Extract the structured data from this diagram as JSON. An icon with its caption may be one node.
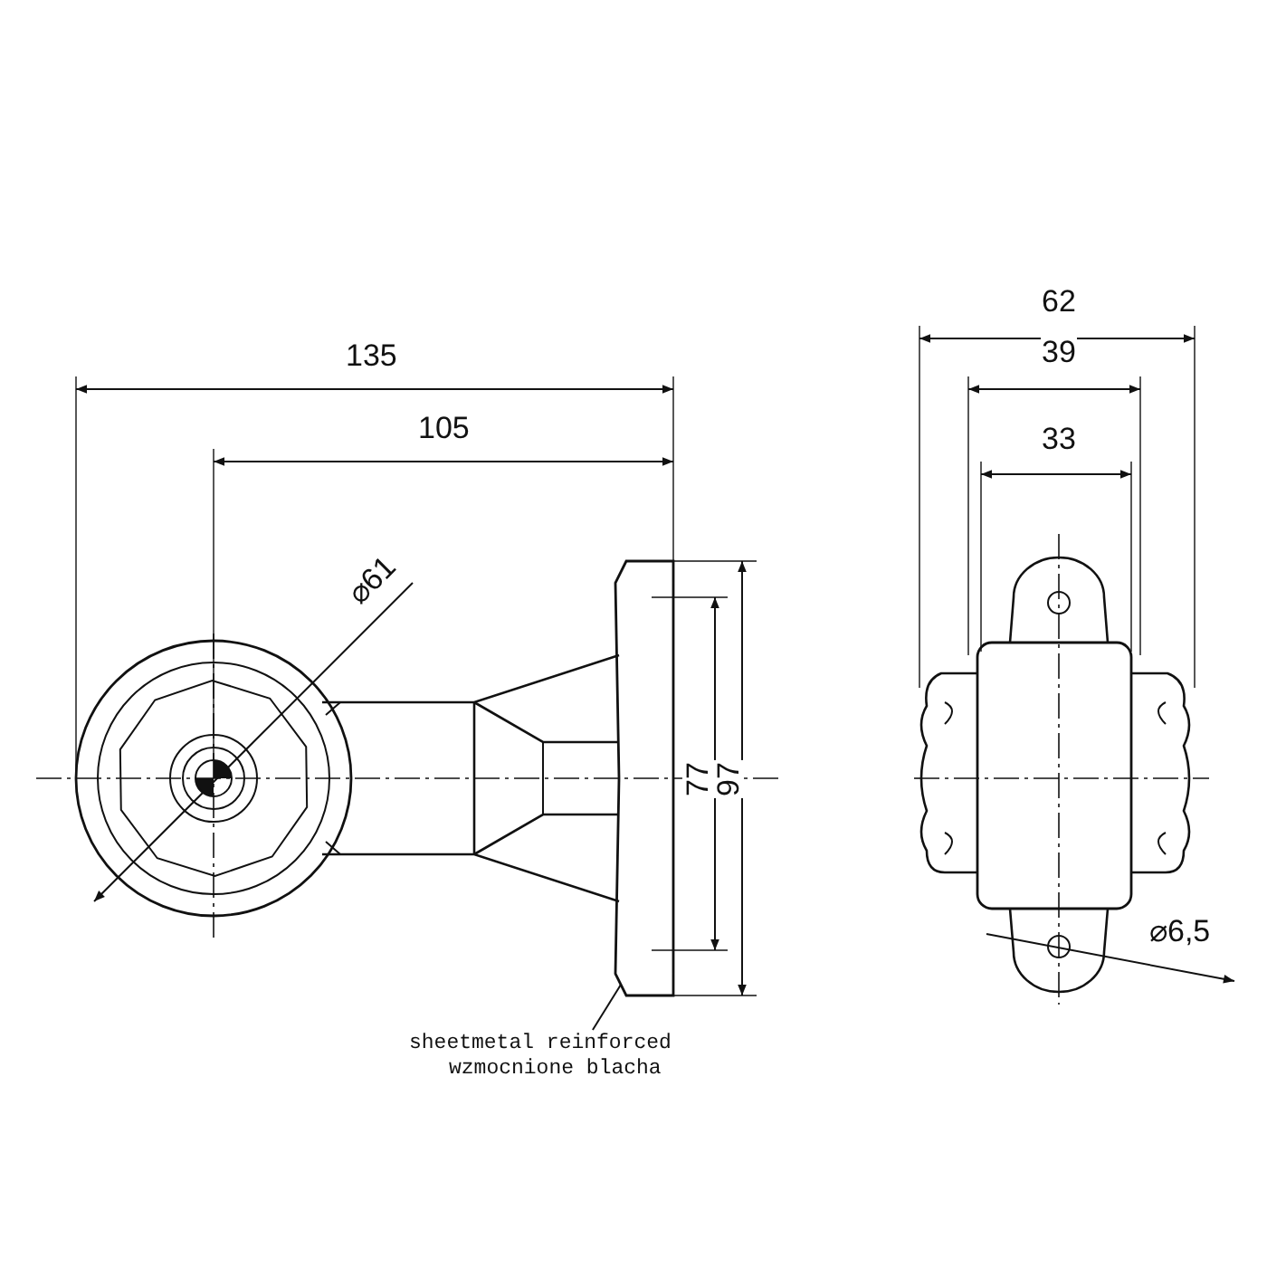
{
  "diagram": {
    "nodes": [
      {
        "text": [
          "sheetmetal reinforced",
          "wzmocnione blacha"
        ]
      },
      {
        "text": [],
        "shape": "picture"
      }
    ],
    "edges": [
      {
        "from": 0,
        "to": 1,
        "arrow": "none"
      }
    ],
    "labels": [
      "135",
      "105",
      "⌀61",
      "77",
      "97",
      "62",
      "39",
      "33",
      "⌀6,5"
    ]
  }
}
